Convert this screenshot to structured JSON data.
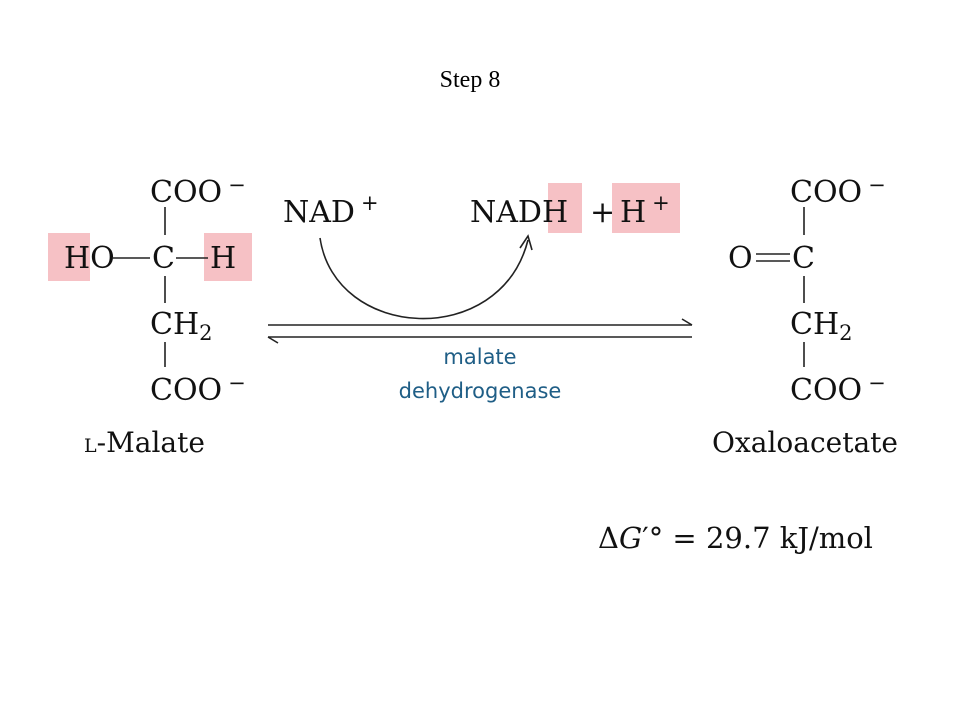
{
  "title": "Step 8",
  "highlight_color": "#f6c1c5",
  "enzyme_color": "#1f5e86",
  "malate": {
    "top_group": "COO",
    "top_charge": "−",
    "row_left": "HO",
    "row_dash1": "—",
    "row_center": "C",
    "row_dash2": "—",
    "row_right": "H",
    "ch2_main": "CH",
    "ch2_sub": "2",
    "bottom_group": "COO",
    "bottom_charge": "−",
    "name_prefix": "L",
    "name_rest": "-Malate"
  },
  "oxaloacetate": {
    "top_group": "COO",
    "top_charge": "−",
    "row_left": "O",
    "row_center": "C",
    "ch2_main": "CH",
    "ch2_sub": "2",
    "bottom_group": "COO",
    "bottom_charge": "−",
    "name": "Oxaloacetate"
  },
  "cofactors": {
    "nad": "NAD",
    "nad_charge": "+",
    "nadh": "NADH",
    "plus": "+",
    "proton": "H",
    "proton_charge": "+"
  },
  "enzyme": {
    "line1": "malate",
    "line2": "dehydrogenase"
  },
  "delta_g": {
    "delta": "Δ",
    "g": "G",
    "prime_degree": "′°",
    "equals": " = 29.7 kJ/mol"
  }
}
